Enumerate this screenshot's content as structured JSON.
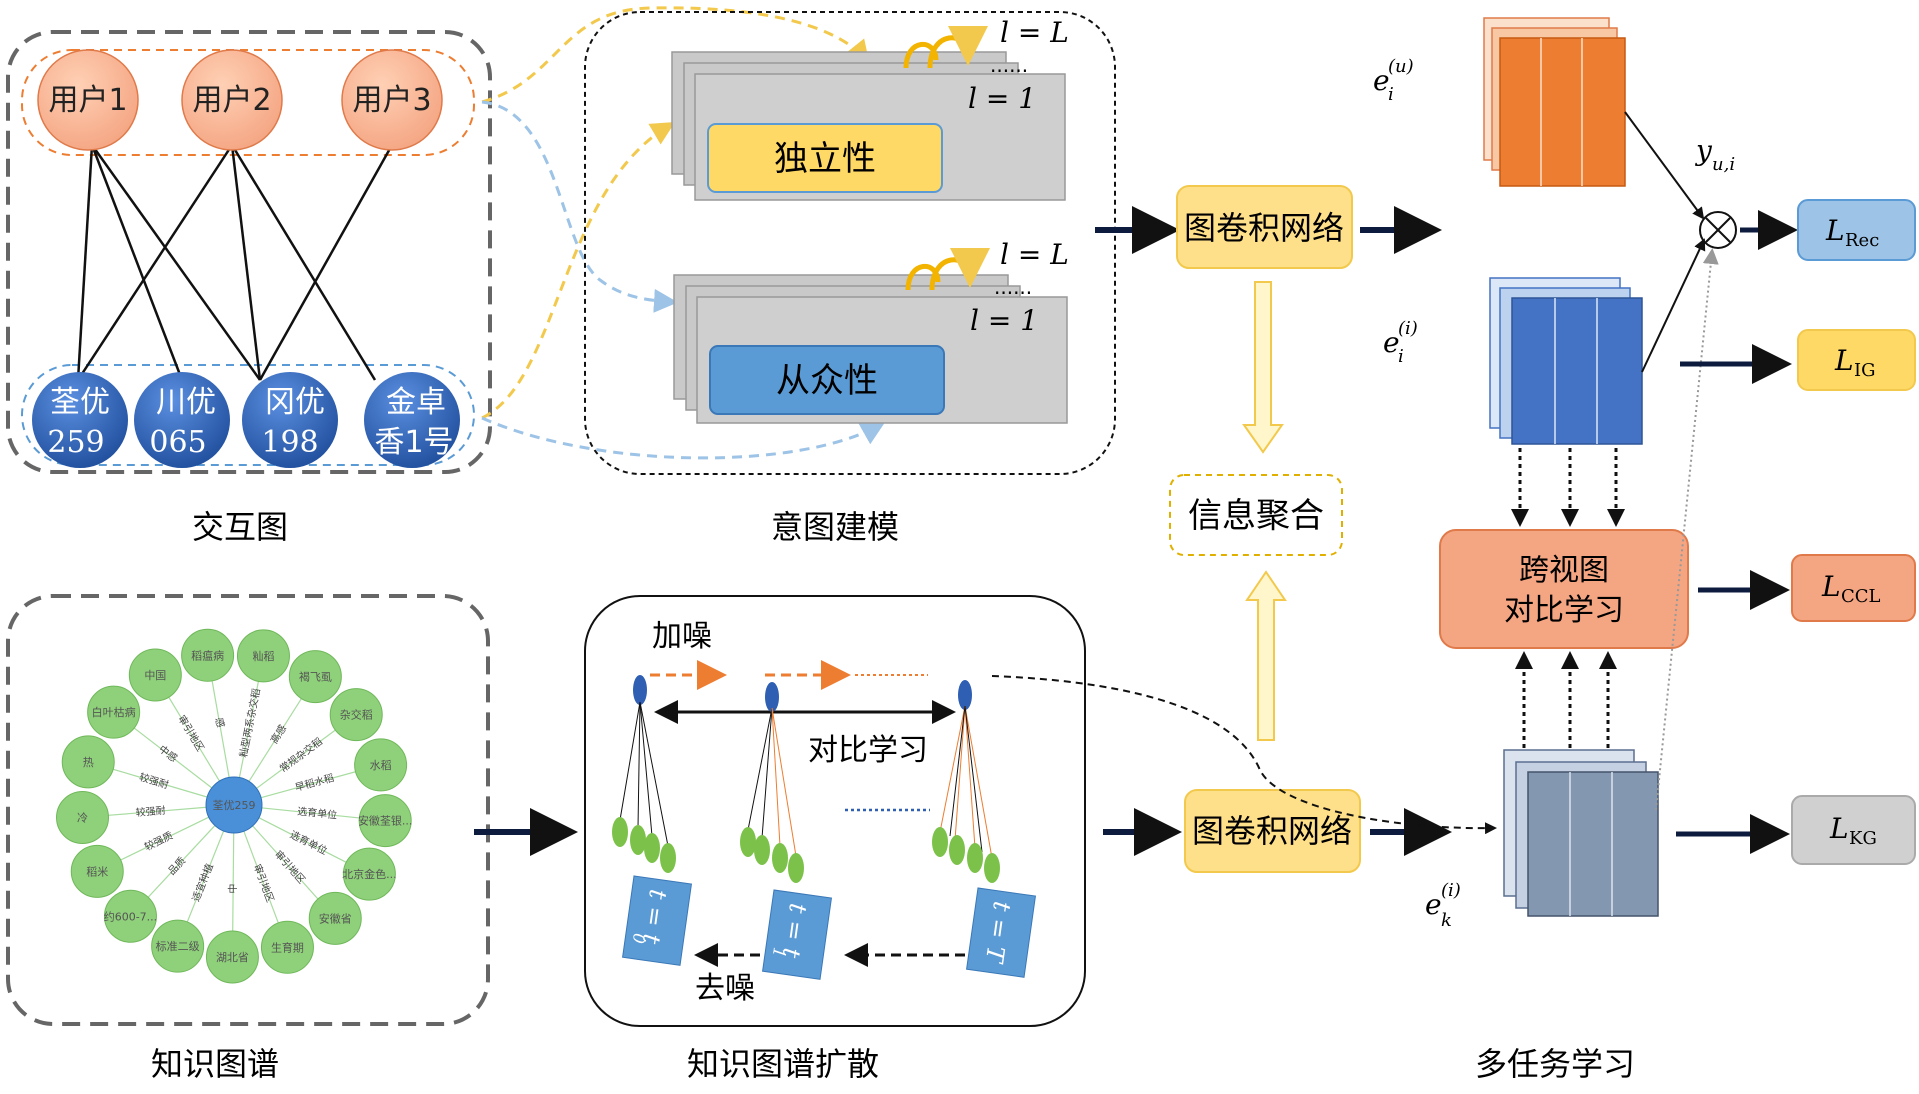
{
  "sections": {
    "interaction_graph": "交互图",
    "intent_modeling": "意图建模",
    "knowledge_graph": "知识图谱",
    "kg_diffusion": "知识图谱扩散",
    "multitask": "多任务学习"
  },
  "users": [
    "用户1",
    "用户2",
    "用户3"
  ],
  "items": [
    {
      "line1": "荃优",
      "line2": "259"
    },
    {
      "line1": "川优",
      "line2": "065"
    },
    {
      "line1": "冈优",
      "line2": "198"
    },
    {
      "line1": "金卓",
      "line2": "香1号"
    }
  ],
  "intent": {
    "independence": "独立性",
    "conformity": "从众性",
    "layer_last": "l = L",
    "layer_first": "l = 1",
    "dots": "......"
  },
  "gcn_label": "图卷积网络",
  "aggregation": "信息聚合",
  "cross_view": {
    "line1": "跨视图",
    "line2": "对比学习"
  },
  "diffusion": {
    "add_noise": "加噪",
    "denoise": "去噪",
    "contrastive": "对比学习",
    "t0": "t = t",
    "t0_sub": "0",
    "t1": "t = t",
    "t1_sub": "1",
    "tT": "t = T"
  },
  "embeddings": {
    "user": {
      "base": "e",
      "sub": "i",
      "sup": "(u)"
    },
    "item": {
      "base": "e",
      "sub": "i",
      "sup": "(i)"
    },
    "kg": {
      "base": "e",
      "sub": "k",
      "sup": "(i)"
    },
    "score": {
      "base": "y",
      "sub": "u,i"
    }
  },
  "losses": [
    {
      "name": "L",
      "sub": "Rec",
      "color": "#9dc3e6"
    },
    {
      "name": "L",
      "sub": "IG",
      "color": "#ffd966"
    },
    {
      "name": "L",
      "sub": "CCL",
      "color": "#f4a582"
    },
    {
      "name": "L",
      "sub": "KG",
      "color": "#d0d0d0"
    }
  ],
  "kg": {
    "center": "荃优259",
    "nodes": [
      "稻瘟病",
      "籼稻",
      "褐飞虱",
      "杂交稻",
      "水稻",
      "安徽荃银...",
      "北京金色...",
      "安徽省",
      "生育期",
      "湖北省",
      "标准二级",
      "约600-7...",
      "稻米",
      "冷",
      "热",
      "白叶枯病",
      "中国"
    ],
    "edges": [
      "感",
      "籼型两系杂交稻",
      "高感",
      "常规杂交稻",
      "早稻水稻",
      "选育单位",
      "选育单位",
      "审引地区",
      "审引地区",
      "中",
      "适宜种植",
      "品质",
      "较强质",
      "较强耐",
      "较强耐",
      "中感",
      "审引地区"
    ]
  },
  "colors": {
    "user_fill": "#f4a582",
    "item_fill": "#2e5fb3",
    "independence": "#ffd966",
    "conformity": "#5b9bd5",
    "orange_stack": "#ed7d31",
    "blue_stack": "#4472c4",
    "grey_stack": "#8497b0",
    "kg_node": "#8fd07a",
    "kg_center": "#4a90d9",
    "gcn_fill": "#ffe08a"
  }
}
